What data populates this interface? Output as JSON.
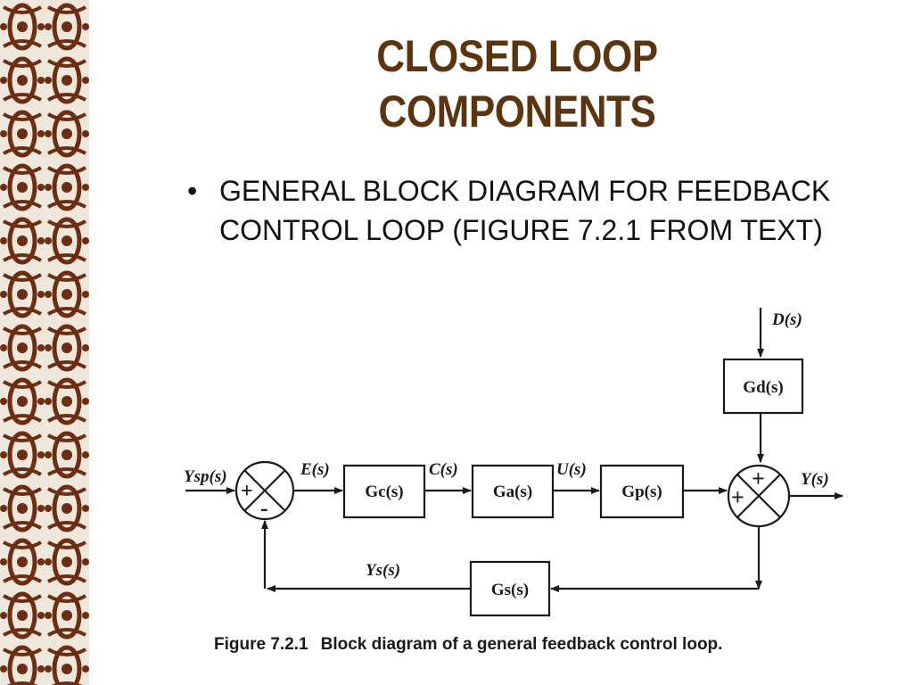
{
  "slide": {
    "title_line1": "CLOSED LOOP",
    "title_line2": "COMPONENTS",
    "bullet": "GENERAL BLOCK DIAGRAM FOR FEEDBACK CONTROL LOOP (FIGURE 7.2.1 FROM TEXT)",
    "bullet_symbol": "•",
    "colors": {
      "title": "#5a3510",
      "border": "#6b2e12"
    }
  },
  "diagram": {
    "input_label": "Ysp(s)",
    "error_label": "E(s)",
    "controller_out_label": "C(s)",
    "actuator_out_label": "U(s)",
    "disturbance_label": "D(s)",
    "output_label": "Y(s)",
    "sensor_out_label": "Ys(s)",
    "blocks": {
      "controller": "Gc(s)",
      "actuator": "Ga(s)",
      "process": "Gp(s)",
      "disturbance": "Gd(s)",
      "sensor": "Gs(s)"
    },
    "comparator_signs": {
      "reference": "+",
      "feedback": "-"
    },
    "summer_signs": {
      "disturbance": "+",
      "process": "+"
    }
  },
  "caption": {
    "number": "Figure 7.2.1",
    "text": "Block diagram of a general feedback control loop."
  }
}
